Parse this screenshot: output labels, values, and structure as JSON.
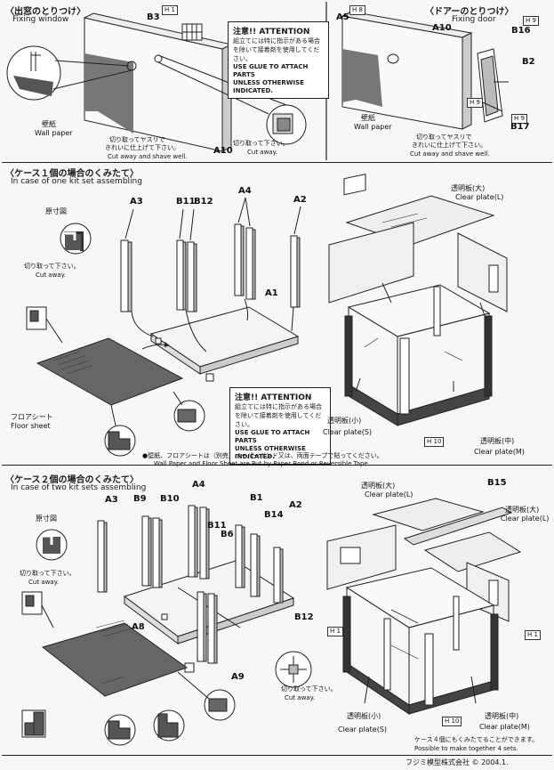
{
  "sections": {
    "window": {
      "title_jp": "〈出窓のとりつけ〉",
      "title_en": "Fixing window"
    },
    "door": {
      "title_jp": "〈ドアーのとりつけ〉",
      "title_en": "Fixing door"
    },
    "one_kit": {
      "title_jp": "〈ケース１個の場合のくみたて〉",
      "title_en": "In case of one kit set assembling"
    },
    "two_kit": {
      "title_jp": "〈ケース２個の場合のくみたて〉",
      "title_en": "In case of two kit sets assembling"
    }
  },
  "attention": {
    "head": "注意!! ATTENTION",
    "jp": [
      "組立てには特に指示がある場合",
      "を除いて接着剤を使用してくだ",
      "さい。"
    ],
    "en": [
      "USE GLUE TO ATTACH PARTS",
      "UNLESS OTHERWISE INDICATED."
    ]
  },
  "labels": {
    "wall_paper_jp": "壁紙",
    "wall_paper_en": "Wall paper",
    "cut_shave_jp_1": "切り取ってヤスリで",
    "cut_shave_jp_2": "きれいに仕上げて下さい。",
    "cut_shave_en": "Cut away and shave well.",
    "cut_away_jp": "切り取って下さい。",
    "cut_away_en": "Cut away.",
    "genzun": "原寸図",
    "floor_sheet_jp": "フロアシート",
    "floor_sheet_en": "Floor sheet",
    "clear_large_jp": "透明板(大)",
    "clear_large_en": "Clear plate(L)",
    "clear_small_jp": "透明板(小)",
    "clear_small_en": "Clear plate(S)",
    "clear_mid_jp": "透明板(中)",
    "clear_mid_en": "Clear plate(M)",
    "note_jp": "●壁紙、フロアシートは（別売）ペーパーボンド又は、両面テープで貼ってください。",
    "note_en": "Wall Paper and Floor Sheet are Put by Paper Bond or Reversible Tape.",
    "four_jp": "ケース４個にもくみたてることができます。",
    "four_en": "Possible to make together 4 sets."
  },
  "parts": {
    "a1": "A1",
    "a2": "A2",
    "a3": "A3",
    "a4": "A4",
    "a5": "A5",
    "a8": "A8",
    "a9": "A9",
    "a10": "A10",
    "b1": "B1",
    "b2": "B2",
    "b3": "B3",
    "b6": "B6",
    "b9": "B9",
    "b10": "B10",
    "b11": "B11",
    "b12": "B12",
    "b14": "B14",
    "b15": "B15",
    "b16": "B16",
    "b17": "B17",
    "h1": "H 1",
    "h8": "H 8",
    "h9": "H 9",
    "h10": "H 10"
  },
  "footer": "フジミ模型株式会社 © 2004.1."
}
